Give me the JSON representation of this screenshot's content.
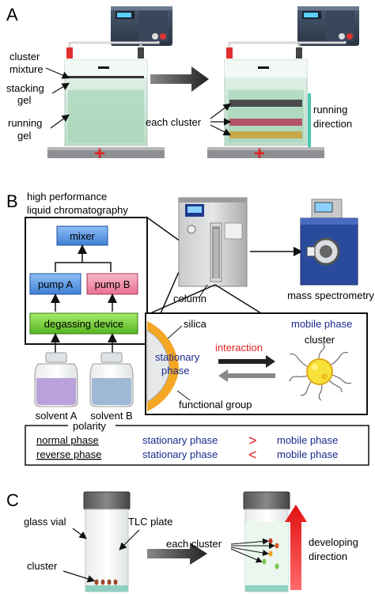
{
  "panel_a": {
    "letter": "A",
    "label_cluster_1": "cluster",
    "label_cluster_2": "mixture",
    "label_stacking_1": "stacking",
    "label_stacking_2": "gel",
    "label_running_1": "running",
    "label_running_2": "gel",
    "label_each_cluster": "each cluster",
    "label_direction_1": "running",
    "label_direction_2": "direction",
    "minus_sign": "−",
    "plus_sign": "+"
  },
  "panel_b": {
    "letter": "B",
    "hplc_1": "high performance",
    "hplc_2": "liquid chromatography",
    "mixer": "mixer",
    "pump_a": "pump A",
    "pump_b": "pump B",
    "degassing": "degassing device",
    "solvent_a": "solvent A",
    "solvent_b": "solvent B",
    "column": "column",
    "mass_spec": "mass spectrometry",
    "silica": "silica",
    "stationary_1": "stationary",
    "stationary_2": "phase",
    "mobile_phase": "mobile phase",
    "interaction": "interaction",
    "cluster": "cluster",
    "functional_group": "functional group",
    "polarity": {
      "title": "polarity",
      "rows": [
        {
          "name": "normal phase",
          "left": "stationary phase",
          "symbol": ">",
          "right": "mobile phase"
        },
        {
          "name": "reverse phase",
          "left": "stationary phase",
          "symbol": "<",
          "right": "mobile phase"
        }
      ]
    }
  },
  "panel_c": {
    "letter": "C",
    "glass_vial": "glass vial",
    "tlc_plate": "TLC plate",
    "cluster": "cluster",
    "each_cluster": "each cluster",
    "direction_1": "developing",
    "direction_2": "direction"
  },
  "colors": {
    "blue_box": "#4f8fe0",
    "pink_box": "#f08aa8",
    "green_box": "#6fcf2a",
    "orange_ring": "#f5a623",
    "red_arrow": "#e02020",
    "dark_blue_text": "#1a2a8c"
  }
}
